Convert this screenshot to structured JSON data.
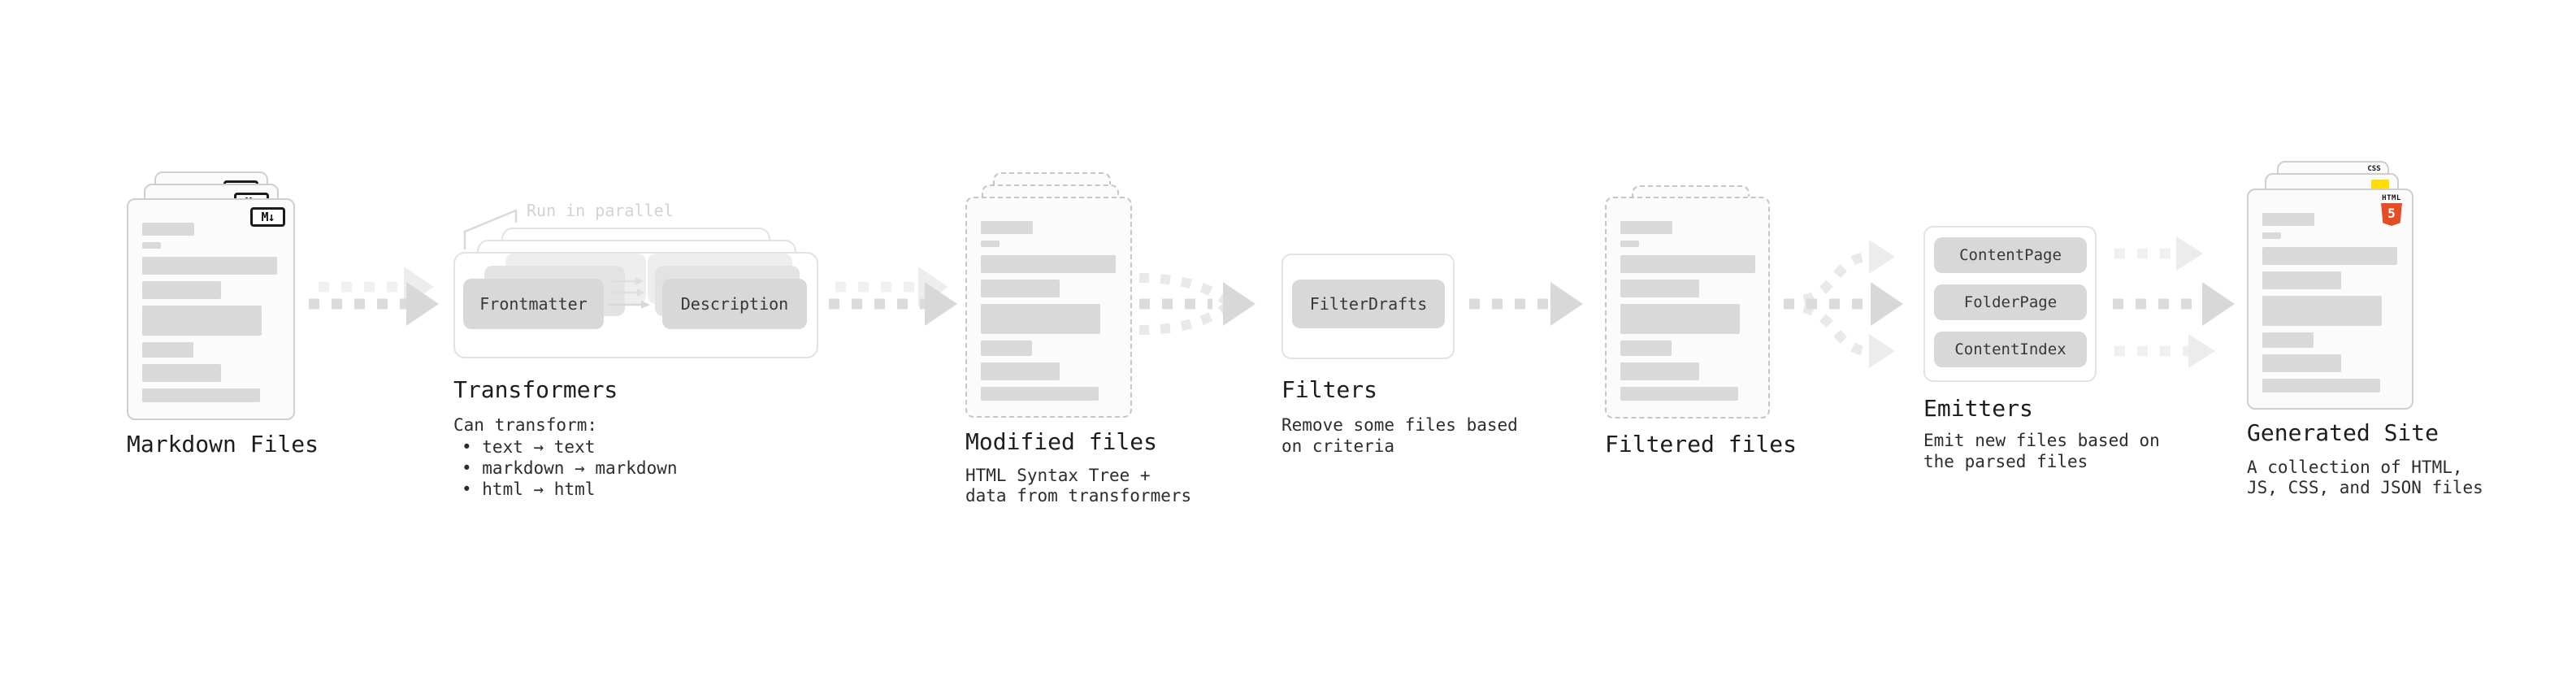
{
  "markdown": {
    "title": "Markdown Files",
    "icon_label": "M↓"
  },
  "transformers": {
    "title": "Transformers",
    "annotation": "Run in parallel",
    "node_frontmatter": "Frontmatter",
    "node_description": "Description",
    "caption": "Can transform:",
    "bullet1": "• text → text",
    "bullet2": "• markdown → markdown",
    "bullet3": "• html → html"
  },
  "modified": {
    "title": "Modified files",
    "caption1": "HTML Syntax Tree +",
    "caption2": "data from transformers"
  },
  "filters": {
    "title": "Filters",
    "node_filterdrafts": "FilterDrafts",
    "caption1": "Remove some files based",
    "caption2": "on criteria"
  },
  "filtered": {
    "title": "Filtered files"
  },
  "emitters": {
    "title": "Emitters",
    "node1": "ContentPage",
    "node2": "FolderPage",
    "node3": "ContentIndex",
    "caption1": "Emit new files based on",
    "caption2": "the parsed files"
  },
  "generated": {
    "title": "Generated Site",
    "caption1": "A collection of HTML,",
    "caption2": "JS, CSS, and JSON files",
    "css_badge_label": "CSS",
    "html_badge_label": "HTML",
    "html_badge_number": "5"
  },
  "colors": {
    "html5_orange": "#e44d26",
    "js_yellow": "#ffdd00",
    "css_blue": "#2961ff",
    "bar_gray": "#d9d9d9",
    "arrow_gray": "#dbdbdb"
  }
}
